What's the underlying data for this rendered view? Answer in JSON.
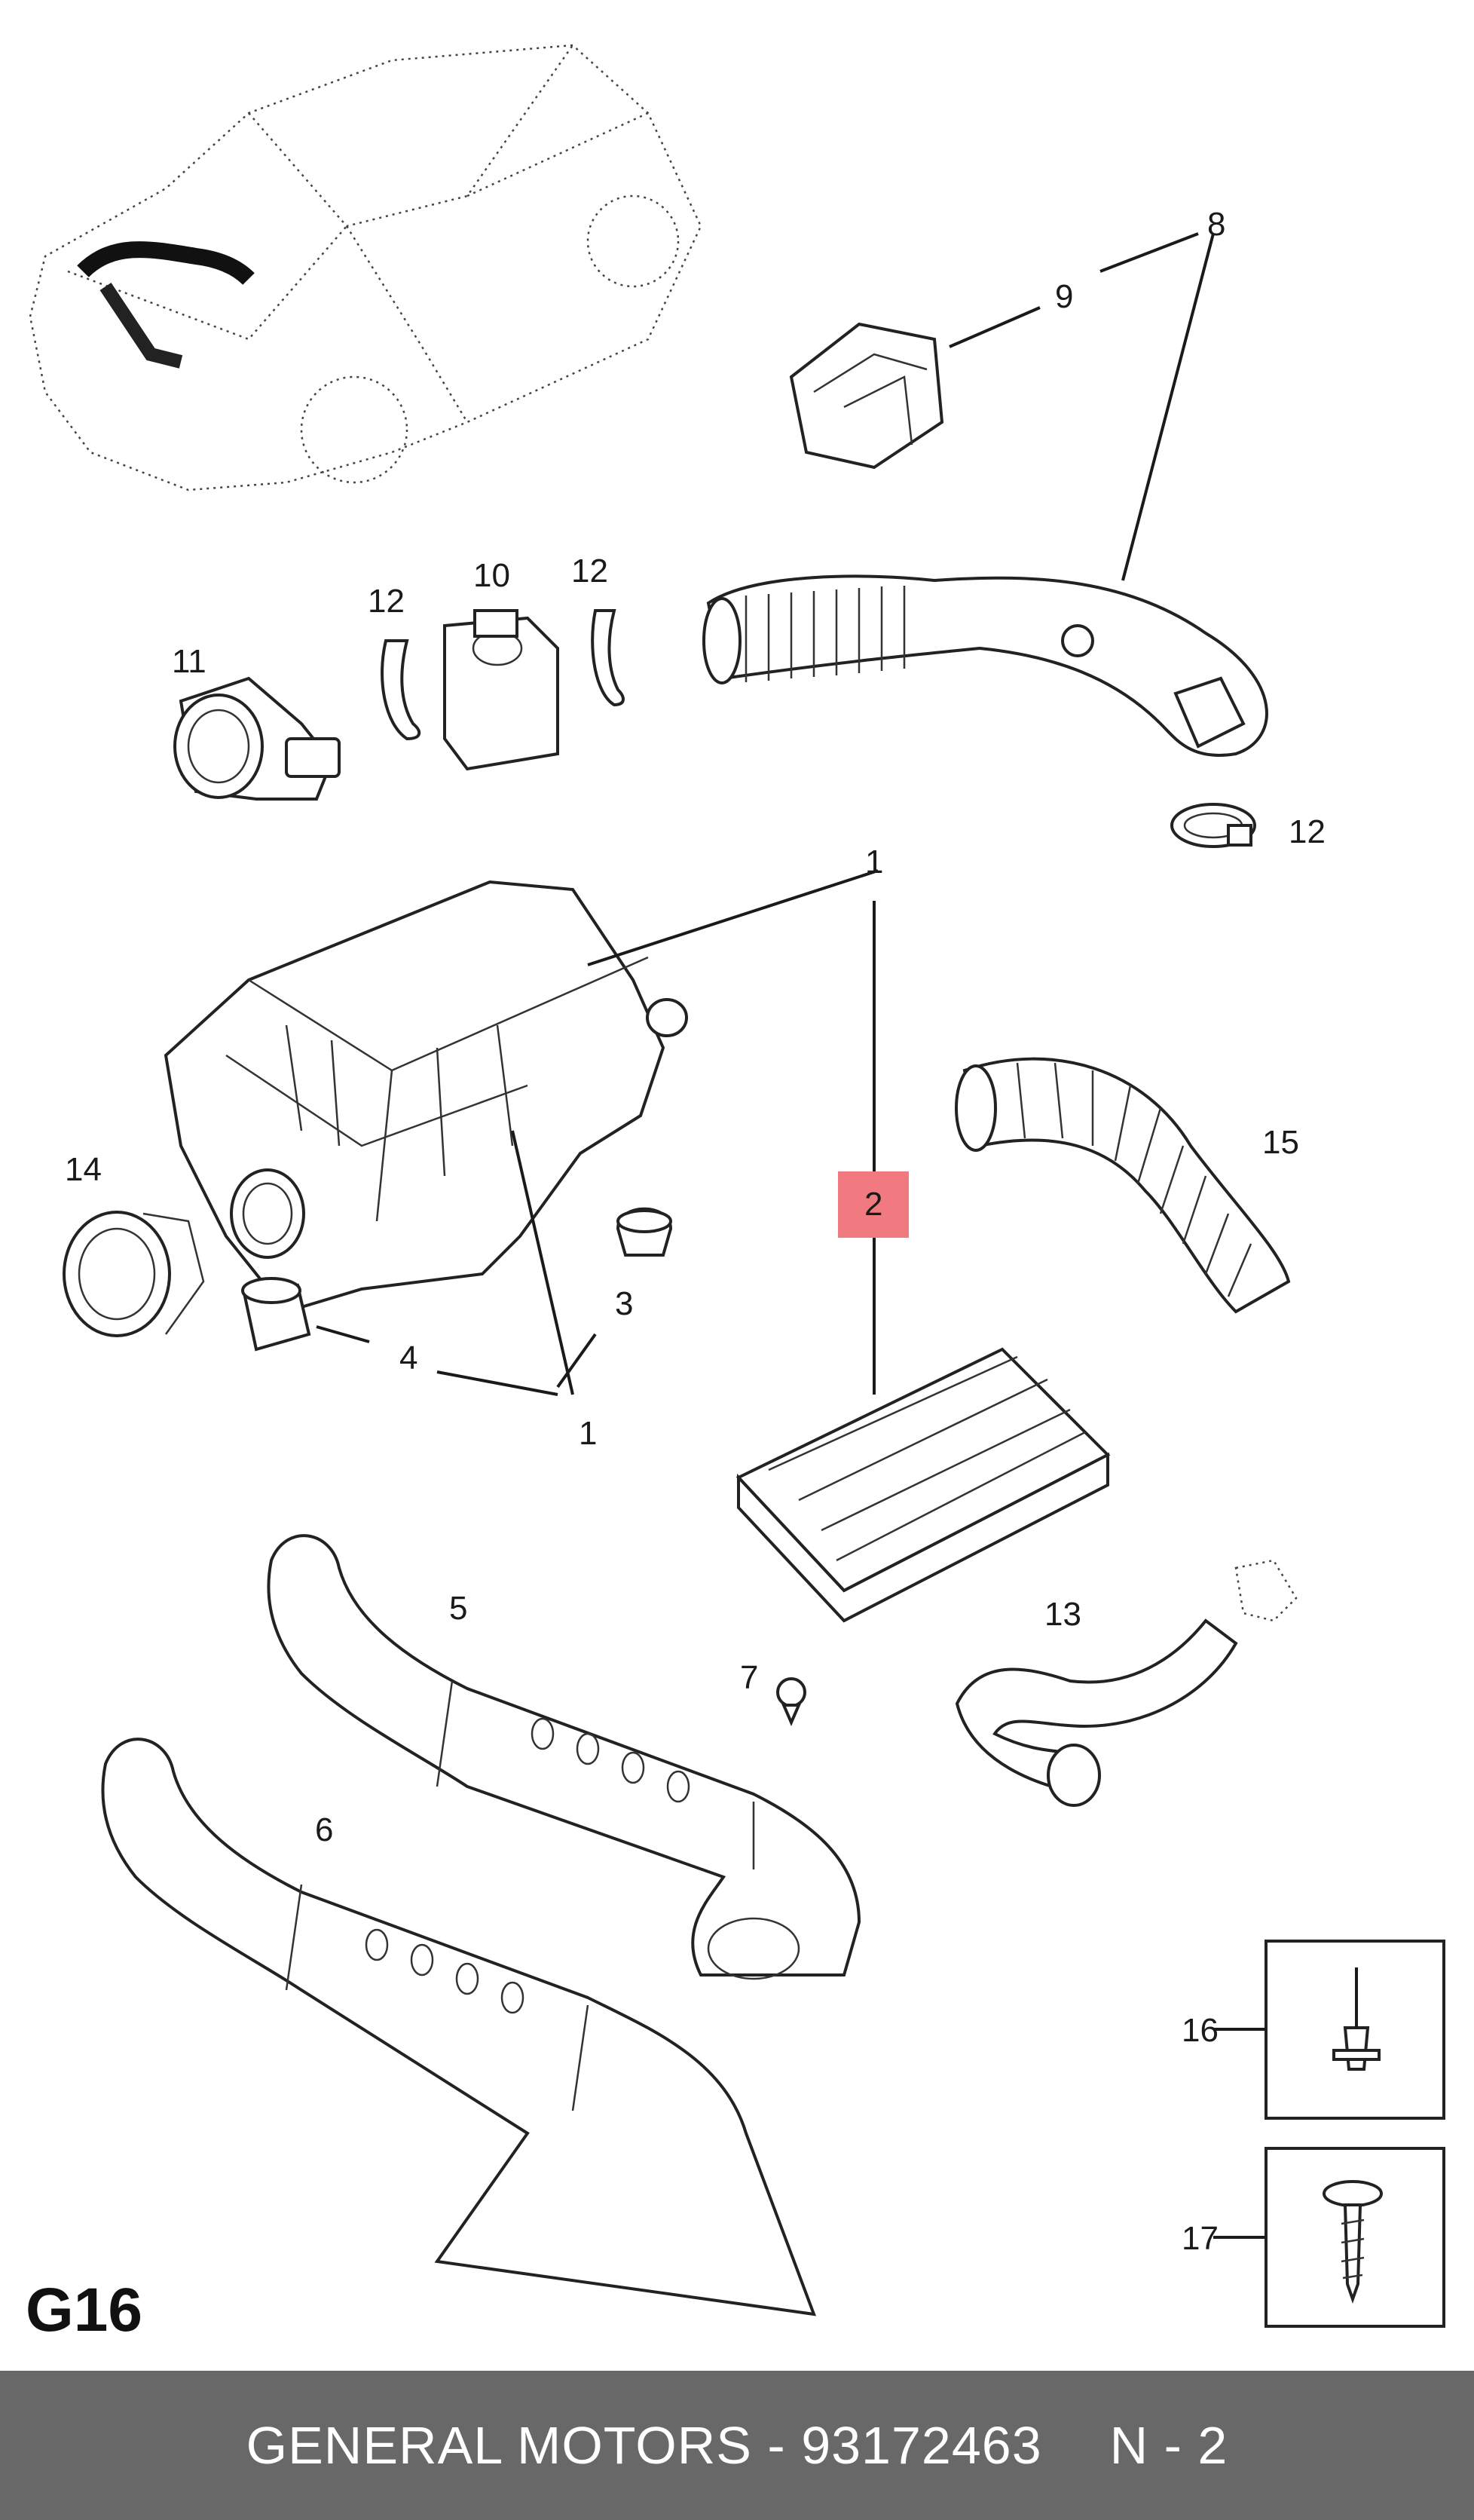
{
  "section_code": "G16",
  "footer": {
    "brand_part": "GENERAL MOTORS - 93172463",
    "ref": "N - 2"
  },
  "callouts": {
    "c1a": "1",
    "c1b": "1",
    "c2": "2",
    "c3": "3",
    "c4": "4",
    "c5": "5",
    "c6": "6",
    "c7": "7",
    "c8": "8",
    "c9": "9",
    "c10": "10",
    "c11": "11",
    "c12a": "12",
    "c12b": "12",
    "c12c": "12",
    "c13": "13",
    "c14": "14",
    "c15": "15",
    "c16": "16",
    "c17": "17"
  },
  "highlight_color": "#f07a7f"
}
